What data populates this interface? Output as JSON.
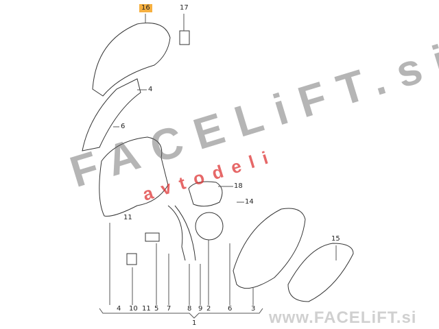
{
  "diagram": {
    "callouts": {
      "c16": "16",
      "c17": "17",
      "c4": "4",
      "c6": "6",
      "c18": "18",
      "c14": "14",
      "c11": "11",
      "c15": "15"
    },
    "bottom_row": [
      "4",
      "10",
      "11",
      "5",
      "7",
      "8",
      "9",
      "2",
      "6",
      "3"
    ],
    "group_label": "1",
    "highlight_color": "#f6b040"
  },
  "watermark": {
    "main": "FACELiFT.si",
    "sub": "avtodeli",
    "url": "www.FACELiFT.si"
  }
}
